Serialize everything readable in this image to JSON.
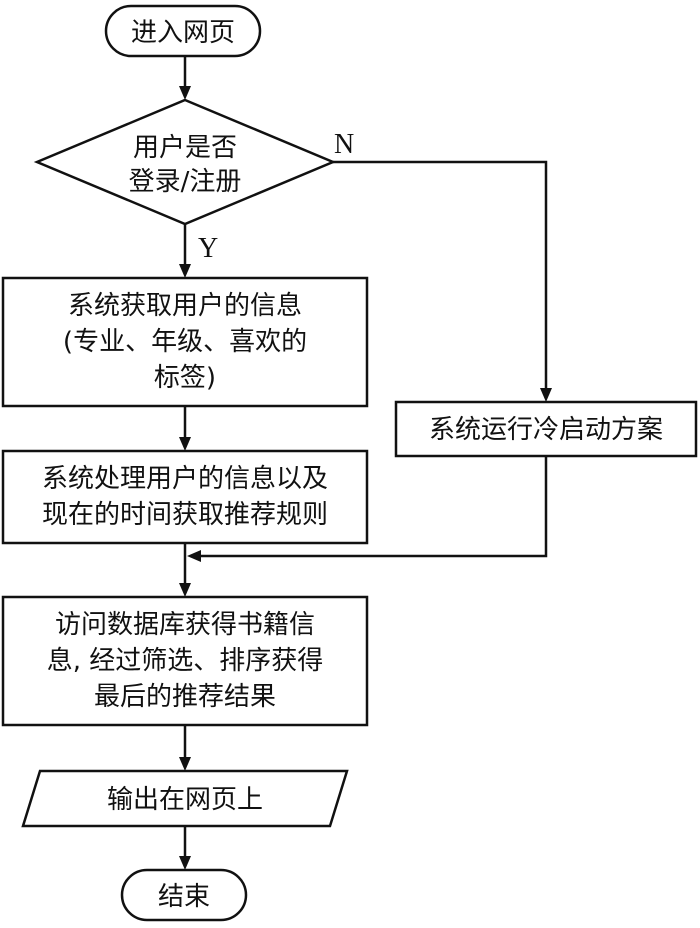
{
  "nodes": {
    "start": [
      "进入网页"
    ],
    "login_check": [
      "用户是否",
      "登录/注册"
    ],
    "get_user_info": [
      "系统获取用户的信息",
      "(专业、年级、喜欢的",
      "标签)"
    ],
    "process_info": [
      "系统处理用户的信息以及",
      "现在的时间获取推荐规则"
    ],
    "cold_start": [
      "系统运行冷启动方案"
    ],
    "query_db": [
      "访问数据库获得书籍信",
      "息, 经过筛选、排序获得",
      "最后的推荐结果"
    ],
    "output": [
      "输出在网页上"
    ],
    "end": [
      "结束"
    ]
  },
  "labels": {
    "no": "N",
    "yes": "Y"
  }
}
